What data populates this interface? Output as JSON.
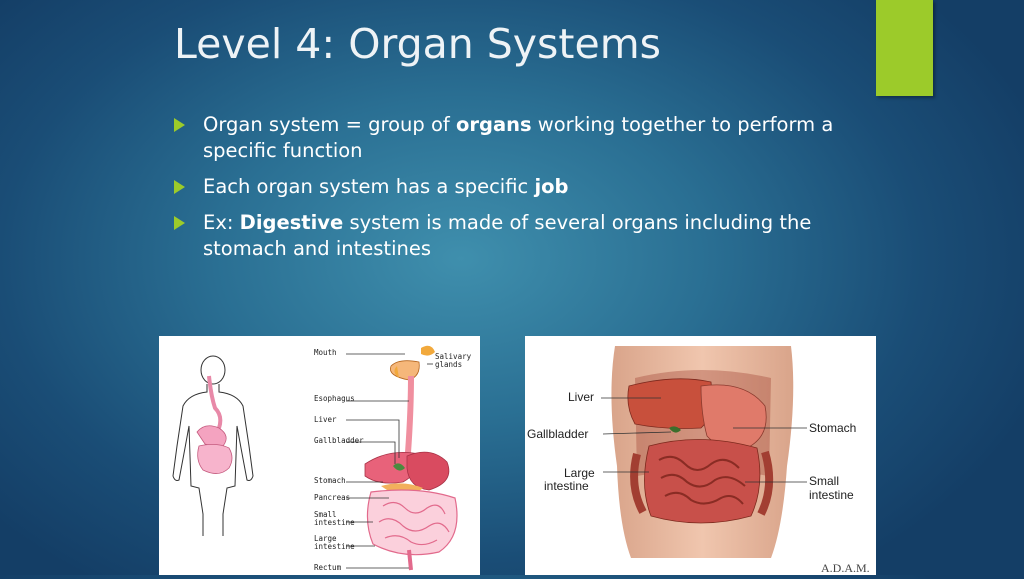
{
  "slide": {
    "title": "Level 4: Organ Systems",
    "accent_color": "#9ccb2a",
    "bullets": [
      {
        "pre": "Organ system = group of ",
        "bold": "organs",
        "post": " working together to perform a specific function"
      },
      {
        "pre": "Each organ system has a specific ",
        "bold": "job",
        "post": ""
      },
      {
        "pre": "Ex: ",
        "bold": "Digestive",
        "post": " system is made of several organs including the stomach and intestines"
      }
    ]
  },
  "left_diagram": {
    "labels": {
      "mouth": "Mouth",
      "salivary": "Salivary",
      "glands": "glands",
      "esophagus": "Esophagus",
      "liver": "Liver",
      "gallbladder": "Gallbladder",
      "stomach": "Stomach",
      "pancreas": "Pancreas",
      "small1": "Small",
      "small2": "intestine",
      "large1": "Large",
      "large2": "intestine",
      "rectum": "Rectum"
    }
  },
  "right_diagram": {
    "labels": {
      "liver": "Liver",
      "gallbladder": "Gallbladder",
      "large1": "Large",
      "large2": "intestine",
      "stomach": "Stomach",
      "small1": "Small",
      "small2": "intestine",
      "logo": "A.D.A.M."
    }
  }
}
